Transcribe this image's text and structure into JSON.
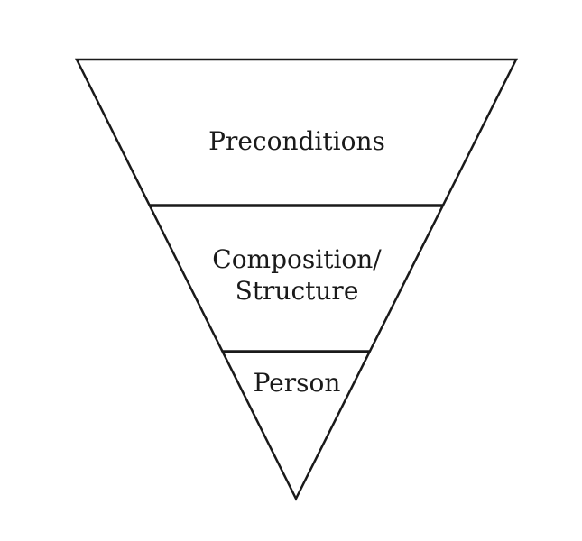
{
  "diagram": {
    "levels": [
      {
        "lines": [
          "Preconditions"
        ]
      },
      {
        "lines": [
          "Composition/",
          "Structure"
        ]
      },
      {
        "lines": [
          "Person"
        ]
      }
    ],
    "colors": {
      "stroke": "#1a1a1a",
      "fill": "#ffffff",
      "text": "#1a1a1a"
    }
  }
}
